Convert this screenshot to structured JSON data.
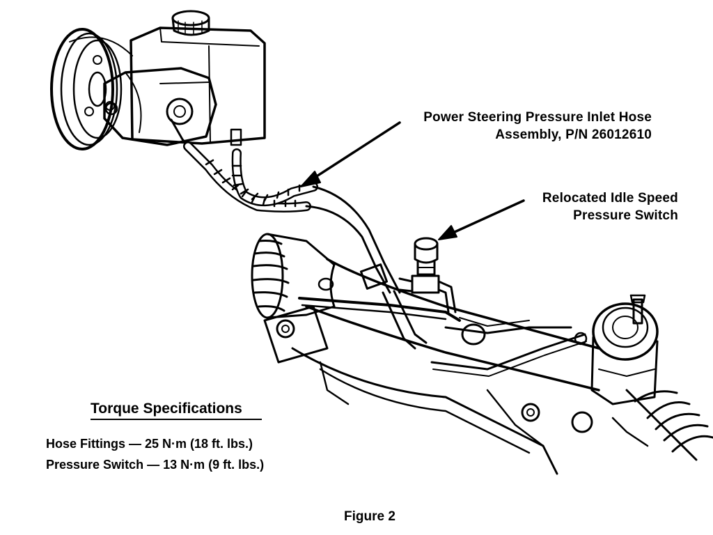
{
  "figure": {
    "caption": "Figure 2"
  },
  "callouts": {
    "inlet_hose": {
      "line1": "Power Steering Pressure Inlet Hose",
      "line2": "Assembly, P/N 26012610"
    },
    "pressure_switch": {
      "line1": "Relocated Idle Speed",
      "line2": "Pressure Switch"
    }
  },
  "torque": {
    "title": "Torque Specifications",
    "items": [
      "Hose Fittings — 25 N·m (18 ft. lbs.)",
      "Pressure Switch — 13 N·m (9 ft. lbs.)"
    ]
  },
  "colors": {
    "ink": "#000000",
    "paper": "#ffffff"
  }
}
